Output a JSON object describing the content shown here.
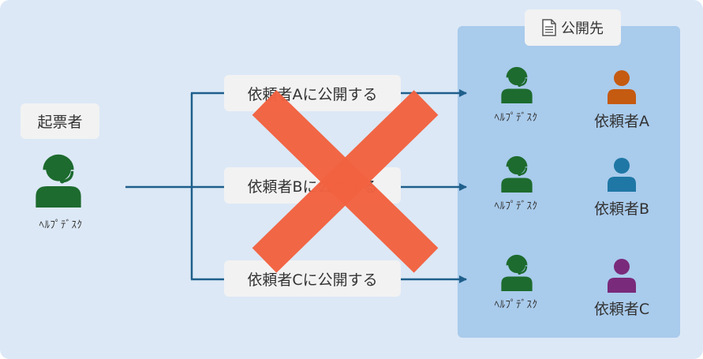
{
  "destination": {
    "title": "公開先",
    "icon": "document-icon"
  },
  "issuer": {
    "title": "起票者",
    "label": "ﾍﾙﾌﾟﾃﾞｽｸ",
    "icon": "helpdesk-headset-icon"
  },
  "actions": [
    {
      "label": "依頼者Aに公開する"
    },
    {
      "label": "依頼者Bに公開する"
    },
    {
      "label": "依頼者Cに公開する"
    }
  ],
  "rows": [
    {
      "helpdesk_label": "ﾍﾙﾌﾟﾃﾞｽｸ",
      "requester_label": "依頼者A",
      "requester_color": "#c55a11"
    },
    {
      "helpdesk_label": "ﾍﾙﾌﾟﾃﾞｽｸ",
      "requester_label": "依頼者B",
      "requester_color": "#1f77a5"
    },
    {
      "helpdesk_label": "ﾍﾙﾌﾟﾃﾞｽｸ",
      "requester_label": "依頼者C",
      "requester_color": "#7a2a7a"
    }
  ],
  "colors": {
    "connector": "#1f5f8b",
    "helpdesk_green": "#1d6b2e",
    "cross": "#f26240"
  },
  "overlay": {
    "icon": "cross-mark-icon"
  }
}
